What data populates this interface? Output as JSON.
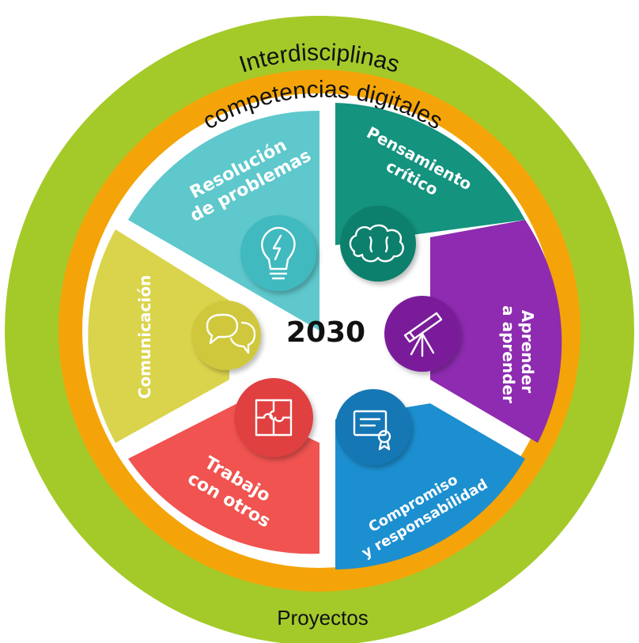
{
  "center": {
    "label": "2030"
  },
  "rings": {
    "outer": {
      "top_label": "Interdisciplinas",
      "bottom_label": "Proyectos",
      "color": "#a4ca2a"
    },
    "inner": {
      "top_label": "competencias digitales",
      "color": "#f4a408"
    }
  },
  "segments": [
    {
      "id": "resolucion",
      "lines": [
        "Resolución",
        "de problemas"
      ],
      "color": "#5ec8cc",
      "disc_color": "#3fb9bf",
      "icon": "lightbulb-icon"
    },
    {
      "id": "pensamiento",
      "lines": [
        "Pensamiento",
        "crítico"
      ],
      "color": "#14937f",
      "disc_color": "#0e7f6d",
      "icon": "brain-icon"
    },
    {
      "id": "aprender",
      "lines": [
        "Aprender",
        "a aprender"
      ],
      "color": "#8e2bb0",
      "disc_color": "#7a1f9a",
      "icon": "telescope-icon"
    },
    {
      "id": "compromiso",
      "lines": [
        "Compromiso",
        "y responsabilidad"
      ],
      "color": "#1c8fd0",
      "disc_color": "#1277b5",
      "icon": "certificate-icon"
    },
    {
      "id": "trabajo",
      "lines": [
        "Trabajo",
        "con otros"
      ],
      "color": "#f05350",
      "disc_color": "#e0413f",
      "icon": "puzzle-icon"
    },
    {
      "id": "comunicacion",
      "lines": [
        "Comunicación"
      ],
      "color": "#dad44c",
      "disc_color": "#cfc83c",
      "icon": "chat-bubbles-icon"
    }
  ]
}
